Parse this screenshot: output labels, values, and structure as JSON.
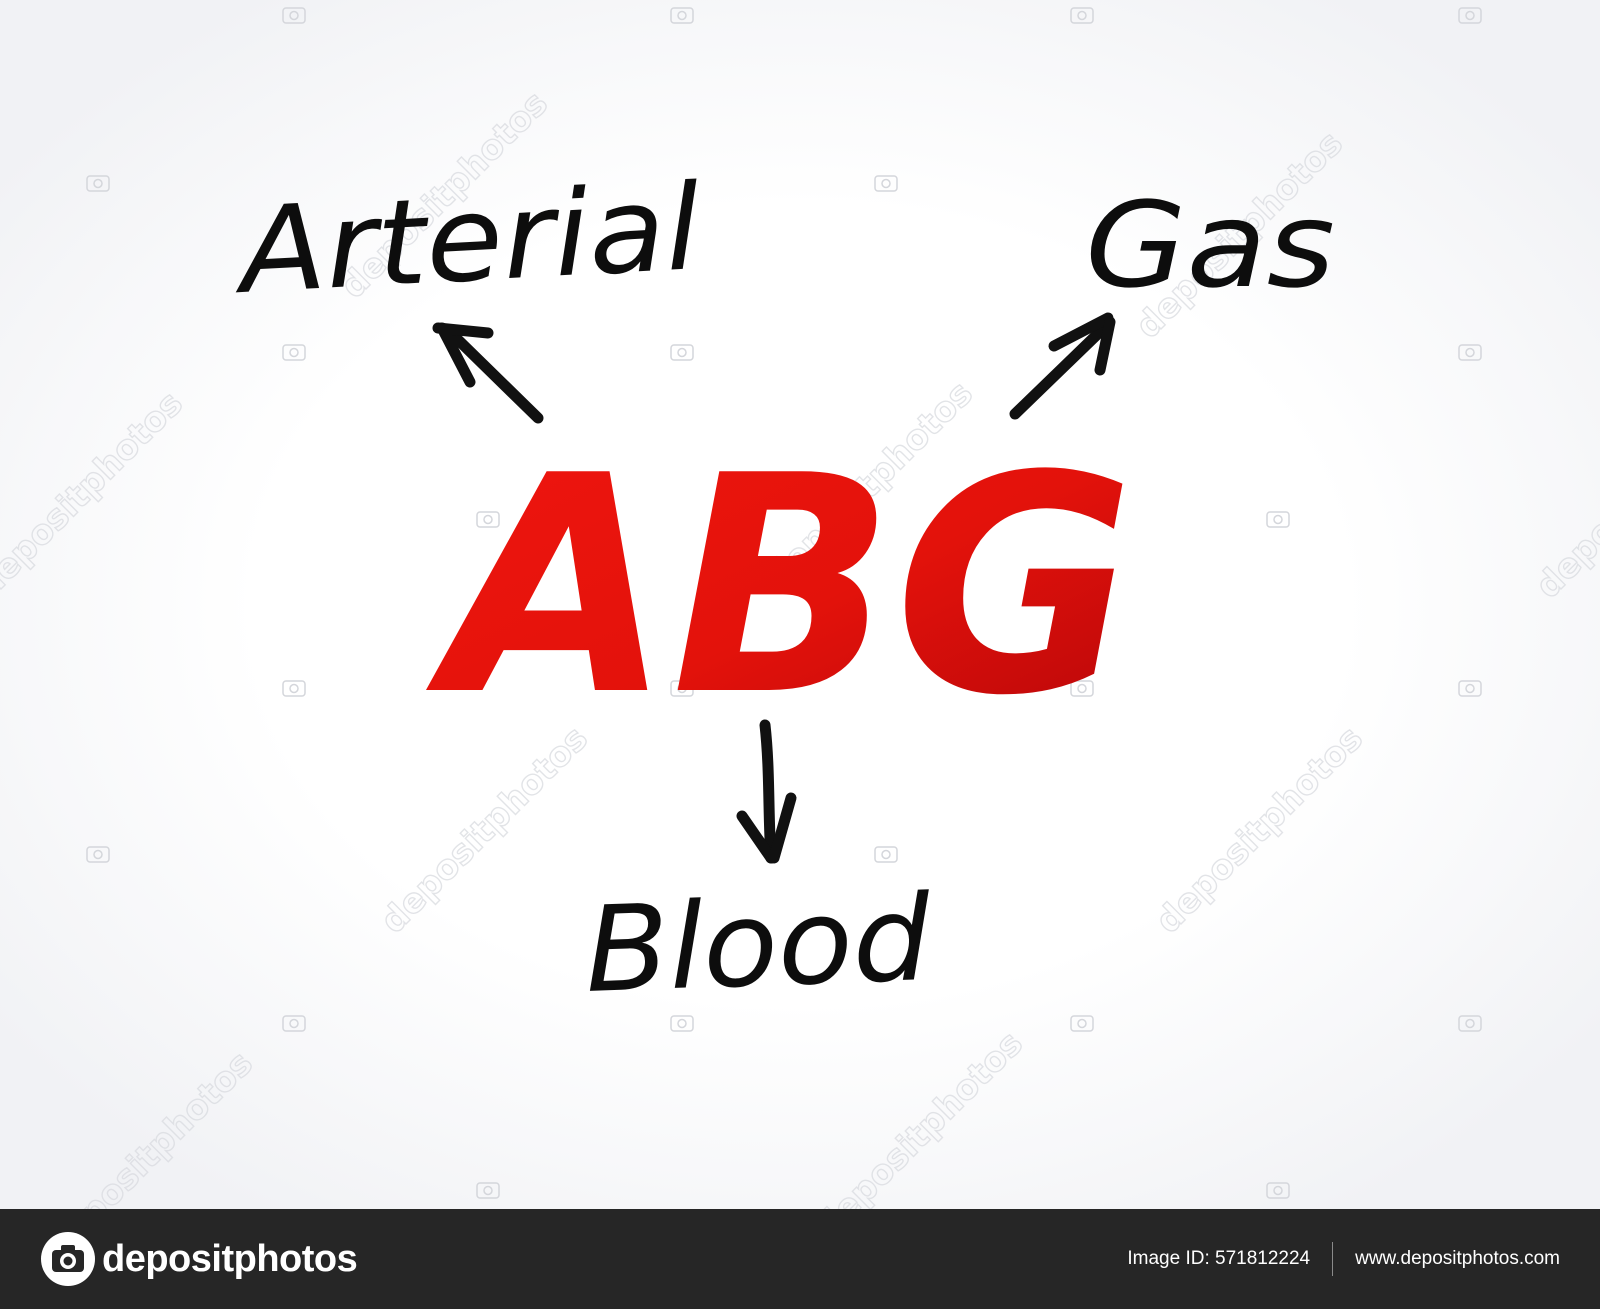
{
  "diagram": {
    "center_label": "ABG",
    "words": {
      "top_left": "Arterial",
      "top_right": "Gas",
      "bottom": "Blood"
    },
    "colors": {
      "center_label": "#e3120b",
      "center_label_dark": "#b5060a",
      "words": "#0d0d0d",
      "arrows": "#111111"
    }
  },
  "watermark": {
    "text": "depositphotos"
  },
  "footer": {
    "brand": "depositphotos",
    "logo_icon": "camera-icon",
    "image_id": "Image ID: 571812224",
    "website": "www.depositphotos.com"
  }
}
